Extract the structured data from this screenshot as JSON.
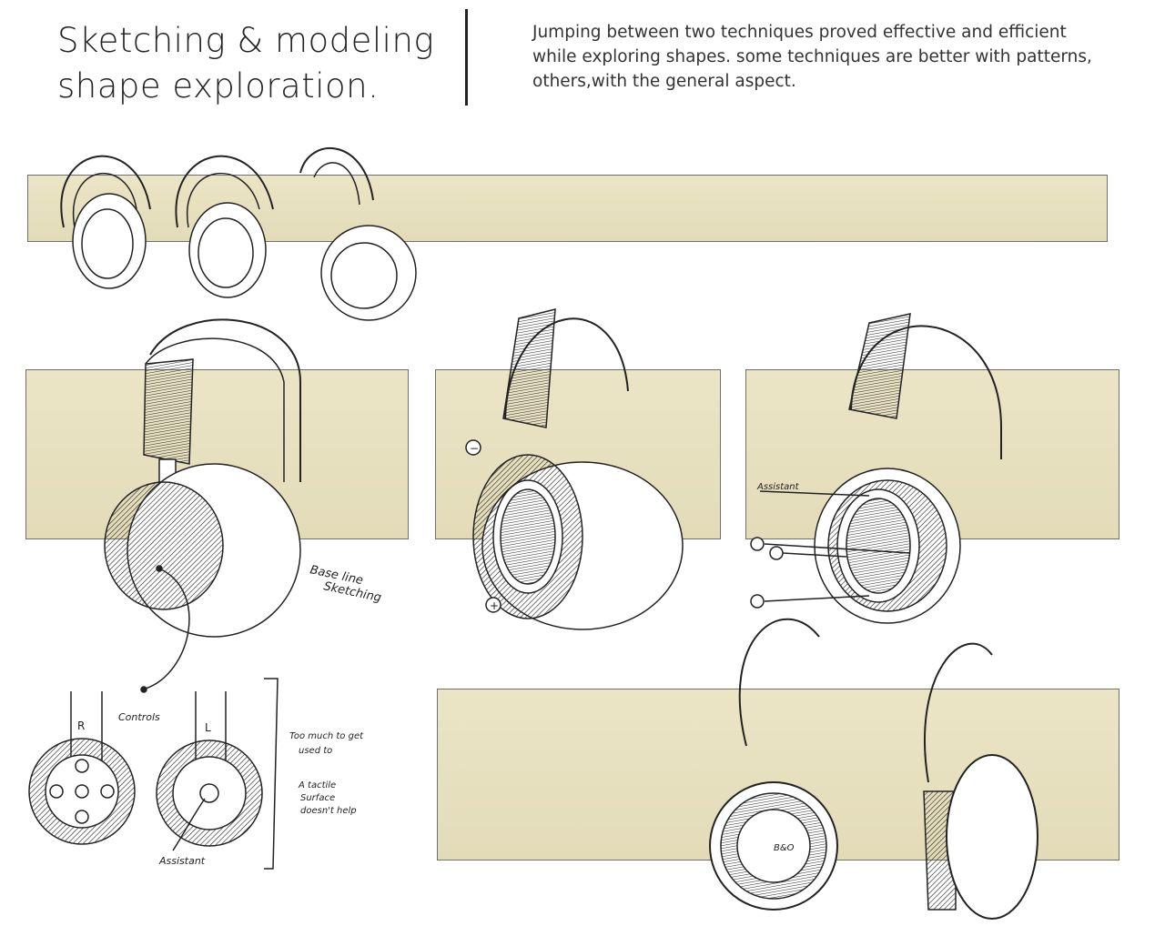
{
  "header": {
    "title_line1": "Sketching & modeling",
    "title_line2": "shape exploration.",
    "description": "Jumping between two techniques proved effective and efficient while exploring shapes. some techniques are better with patterns, others,with the general aspect."
  },
  "annotations": {
    "baseline_line1": "Base line",
    "baseline_line2": "Sketching",
    "controls": "Controls",
    "right": "R",
    "left": "L",
    "note1_line1": "Too much to get",
    "note1_line2": "used to",
    "note2_line1": "A tactile",
    "note2_line2": "Surface",
    "note2_line3": "doesn't help",
    "assistant_left": "Assistant",
    "assistant_right": "Assistant",
    "brand": "B&O",
    "minus": "−",
    "plus": "+"
  },
  "colors": {
    "band": "#e8e1c0",
    "border": "#6f6f6f",
    "ink": "#222222"
  }
}
